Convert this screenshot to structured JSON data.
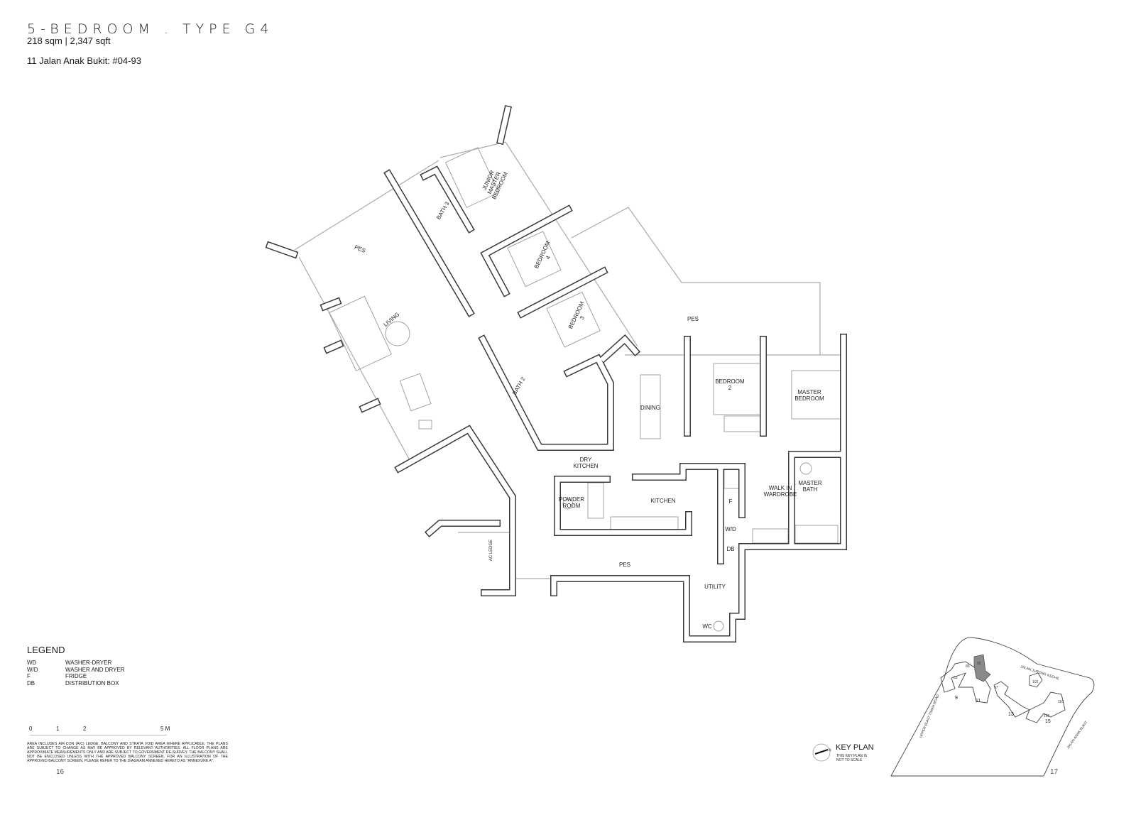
{
  "header": {
    "title": "5-BEDROOM . TYPE G4",
    "area": "218 sqm | 2,347 sqft",
    "address": "11 Jalan Anak Bukit: #04-93"
  },
  "rooms": [
    {
      "name": "pes-upper-left",
      "lines": [
        "PES"
      ]
    },
    {
      "name": "junior-master-bedroom",
      "lines": [
        "JUNIOR",
        "MASTER",
        "BEDROOM"
      ]
    },
    {
      "name": "bath-3",
      "lines": [
        "BATH 3"
      ]
    },
    {
      "name": "bedroom-4",
      "lines": [
        "BEDROOM",
        "4"
      ]
    },
    {
      "name": "living",
      "lines": [
        "LIVING"
      ]
    },
    {
      "name": "bedroom-3",
      "lines": [
        "BEDROOM",
        "3"
      ]
    },
    {
      "name": "pes-upper-right",
      "lines": [
        "PES"
      ]
    },
    {
      "name": "bath-2",
      "lines": [
        "BATH 2"
      ]
    },
    {
      "name": "dining",
      "lines": [
        "DINING"
      ]
    },
    {
      "name": "bedroom-2",
      "lines": [
        "BEDROOM",
        "2"
      ]
    },
    {
      "name": "master-bedroom",
      "lines": [
        "MASTER",
        "BEDROOM"
      ]
    },
    {
      "name": "dry-kitchen",
      "lines": [
        "DRY",
        "KITCHEN"
      ]
    },
    {
      "name": "powder-room",
      "lines": [
        "POWDER",
        "ROOM"
      ]
    },
    {
      "name": "kitchen",
      "lines": [
        "KITCHEN"
      ]
    },
    {
      "name": "fridge",
      "lines": [
        "F"
      ]
    },
    {
      "name": "washer-dryer",
      "lines": [
        "W/D"
      ]
    },
    {
      "name": "distribution-box",
      "lines": [
        "DB"
      ]
    },
    {
      "name": "walk-in-wardrobe",
      "lines": [
        "WALK IN",
        "WARDROBE"
      ]
    },
    {
      "name": "master-bath",
      "lines": [
        "MASTER",
        "BATH"
      ]
    },
    {
      "name": "pes-lower",
      "lines": [
        "PES"
      ]
    },
    {
      "name": "ac-ledge",
      "lines": [
        "AC LEDGE"
      ]
    },
    {
      "name": "utility",
      "lines": [
        "UTILITY"
      ]
    },
    {
      "name": "wc",
      "lines": [
        "WC"
      ]
    }
  ],
  "legend": {
    "title": "LEGEND",
    "items": [
      {
        "key": "WD",
        "label": "WASHER-DRYER"
      },
      {
        "key": "W/D",
        "label": "WASHER AND DRYER"
      },
      {
        "key": "F",
        "label": "FRIDGE"
      },
      {
        "key": "DB",
        "label": "DISTRIBUTION BOX"
      }
    ]
  },
  "scale": {
    "ticks": [
      "0",
      "1",
      "2",
      "5 M"
    ]
  },
  "disclaimer": "AREA INCLUDES AIR-CON (A/C) LEDGE, BALCONY AND STRATA VOID AREA WHERE APPLICABLE. THE PLANS ARE SUBJECT TO CHANGE AS MAY BE APPROVED BY RELEVANT AUTHORITIES. ALL FLOOR PLANS ARE APPROXIMATE MEASUREMENTS ONLY AND ARE SUBJECT TO GOVERNMENT RE-SURVEY. THE BALCONY SHALL NOT BE ENCLOSED UNLESS WITH THE APPROVED BALCONY SCREEN. FOR AN ILLUSTRATION OF THE APPROVED BALCONY SCREEN, PLEASE REFER TO THE DIAGRAM ANNEXED HERETO AS \"ANNEXURE A\".",
  "key_plan": {
    "title": "KEY PLAN",
    "note_lines": [
      "THIS KEY PLAN IS",
      "NOT TO SCALE"
    ],
    "north_label": "N",
    "roads": [
      "JALAN JURONG KECHIL",
      "UPPER BUKIT TIMAH ROAD",
      "JALAN ANAK BUKIT"
    ],
    "block_numbers": [
      "9",
      "11",
      "13",
      "15"
    ],
    "unit_labels": [
      "83",
      "85",
      "93",
      "97",
      "102",
      "106",
      "110"
    ],
    "highlighted_unit": "93",
    "highlight_color": "#8a8a8a"
  },
  "page_numbers": {
    "left": "16",
    "right": "17"
  }
}
